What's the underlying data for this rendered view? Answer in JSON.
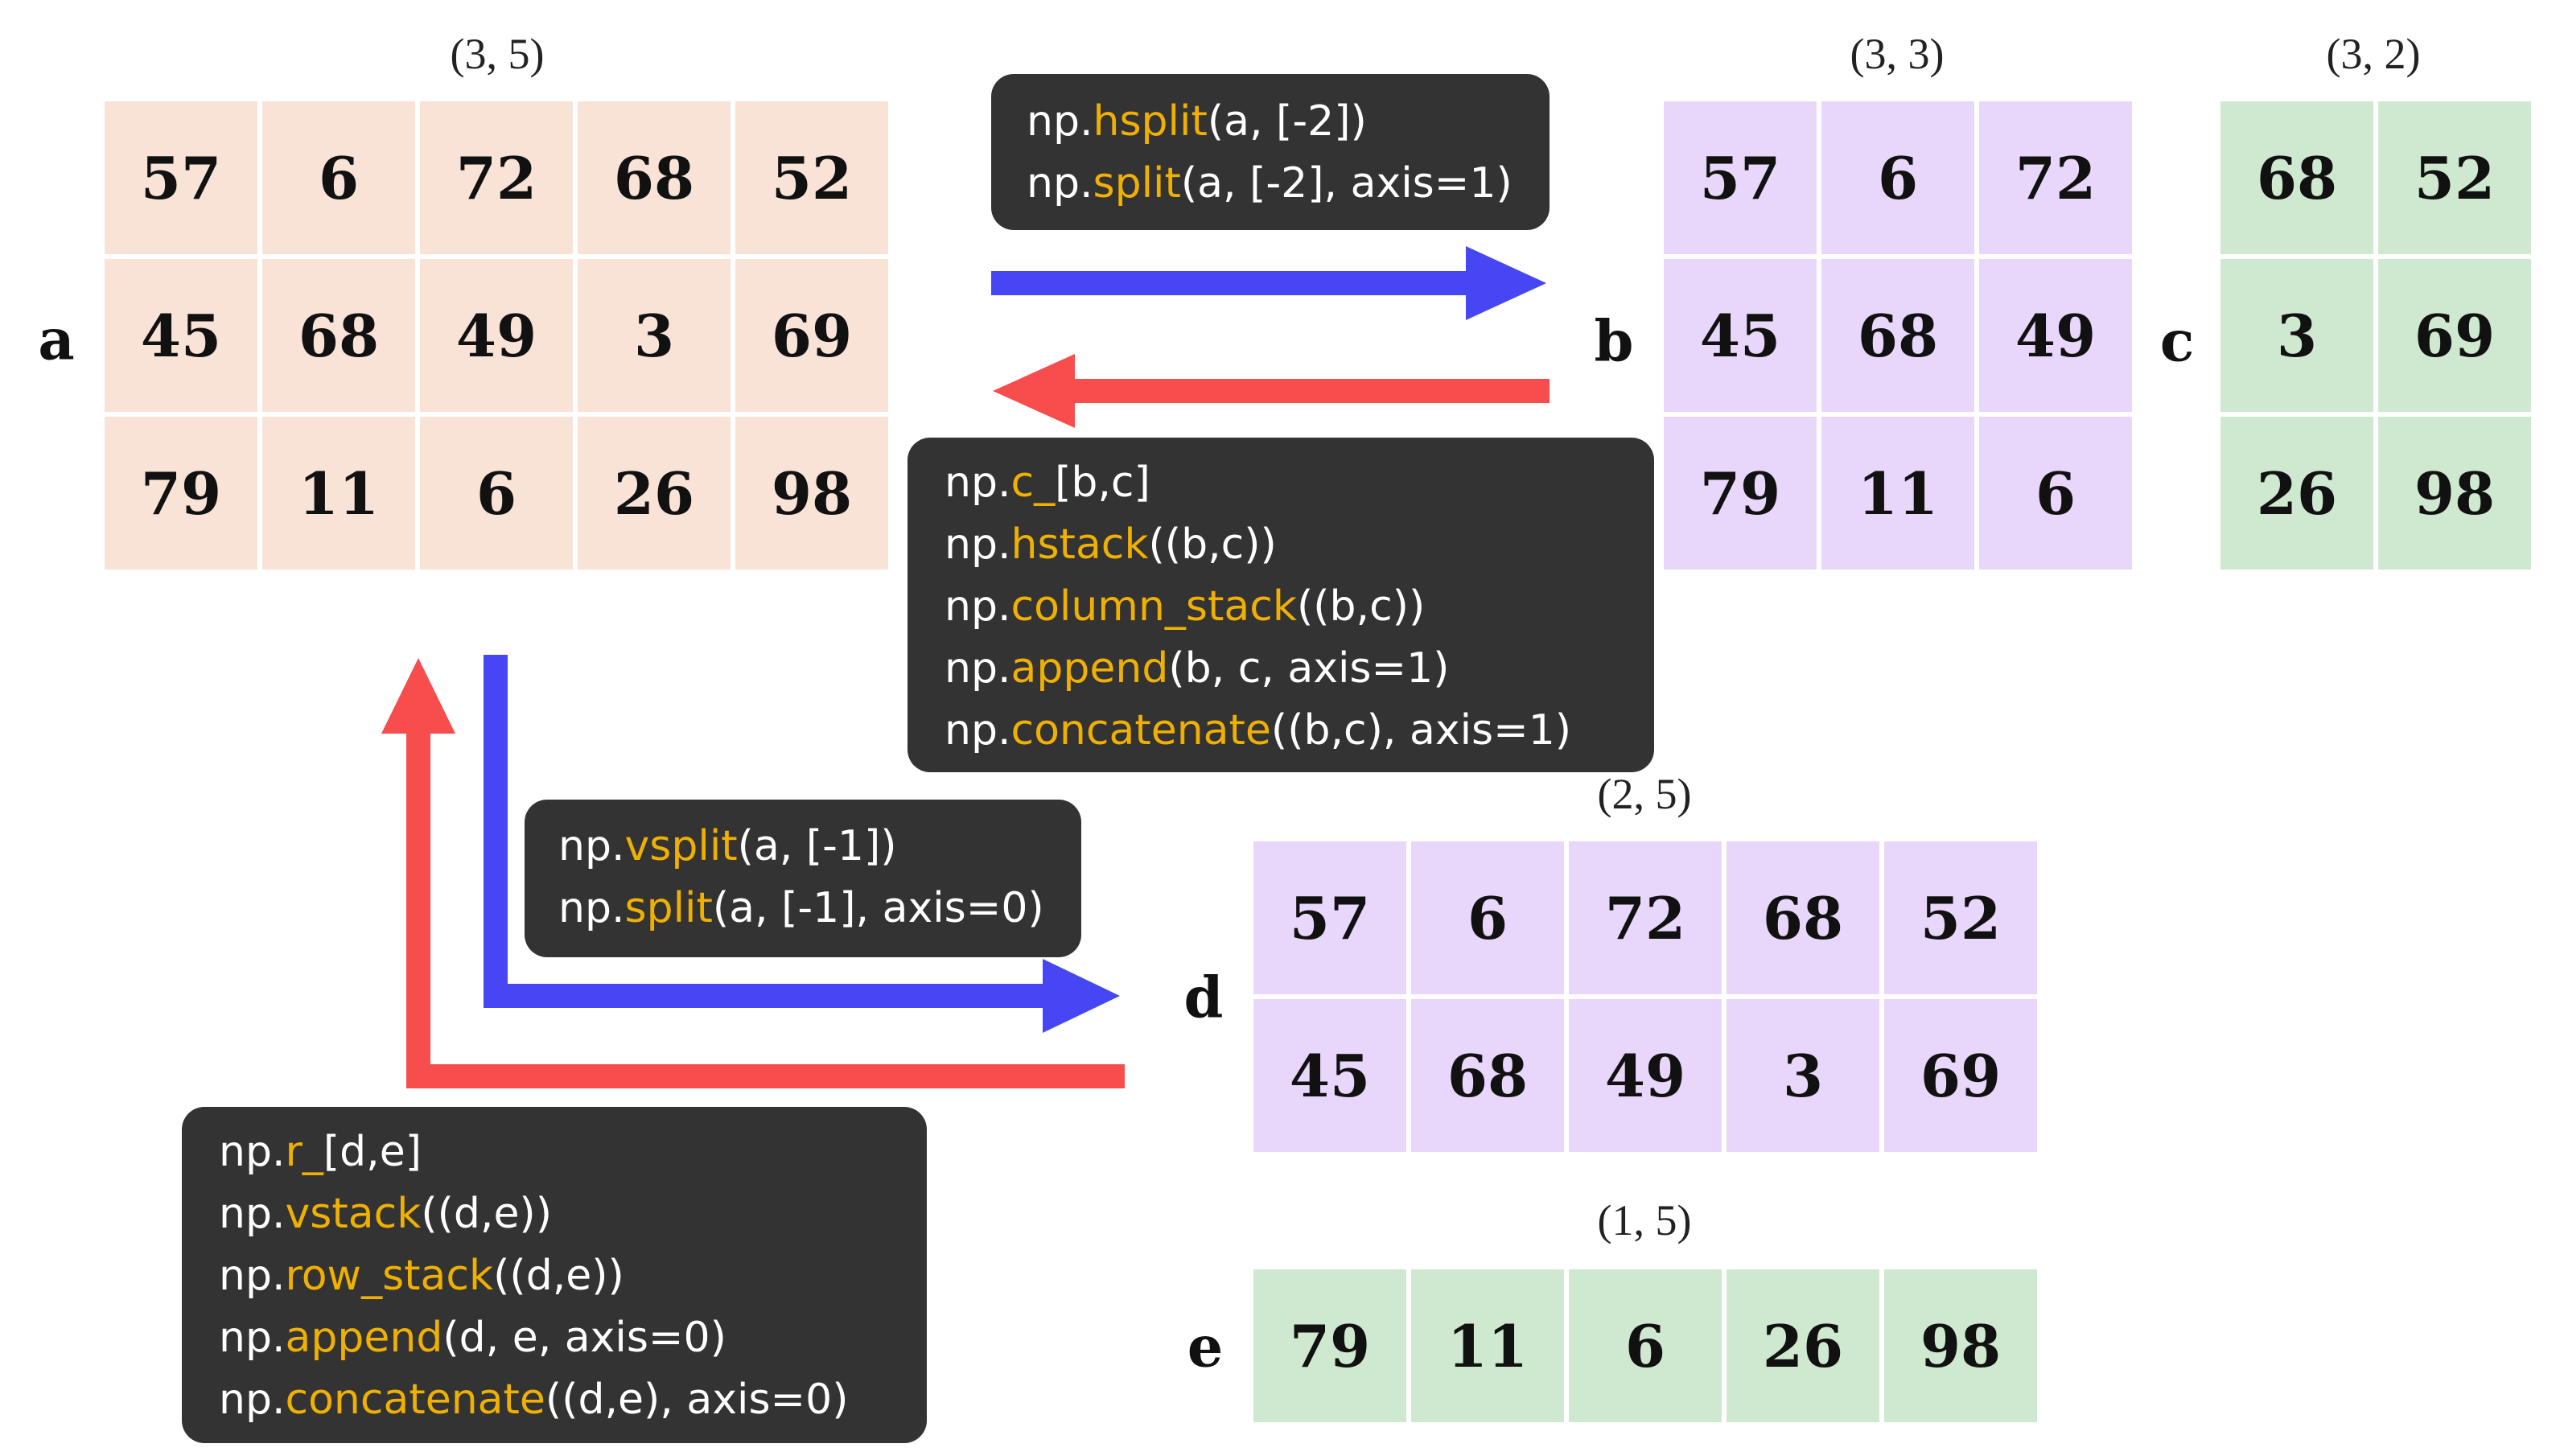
{
  "arrays": {
    "a": {
      "label": "a",
      "shape": "(3, 5)",
      "rows": [
        [
          "57",
          "6",
          "72",
          "68",
          "52"
        ],
        [
          "45",
          "68",
          "49",
          "3",
          "69"
        ],
        [
          "79",
          "11",
          "6",
          "26",
          "98"
        ]
      ],
      "color": "#f9e3d7"
    },
    "b": {
      "label": "b",
      "shape": "(3, 3)",
      "rows": [
        [
          "57",
          "6",
          "72"
        ],
        [
          "45",
          "68",
          "49"
        ],
        [
          "79",
          "11",
          "6"
        ]
      ],
      "color": "#e8d7fb"
    },
    "c": {
      "label": "c",
      "shape": "(3, 2)",
      "rows": [
        [
          "68",
          "52"
        ],
        [
          "3",
          "69"
        ],
        [
          "26",
          "98"
        ]
      ],
      "color": "#cfe9d0"
    },
    "d": {
      "label": "d",
      "shape": "(2, 5)",
      "rows": [
        [
          "57",
          "6",
          "72",
          "68",
          "52"
        ],
        [
          "45",
          "68",
          "49",
          "3",
          "69"
        ]
      ],
      "color": "#e8d7fb"
    },
    "e": {
      "label": "e",
      "shape": "(1, 5)",
      "rows": [
        [
          "79",
          "11",
          "6",
          "26",
          "98"
        ]
      ],
      "color": "#cfe9d0"
    }
  },
  "code_boxes": {
    "hsplit": [
      {
        "prefix": "np.",
        "fn": "hsplit",
        "args": "(a, [-2])"
      },
      {
        "prefix": "np.",
        "fn": "split",
        "args": "(a, [-2], axis=1)"
      }
    ],
    "hstack": [
      {
        "prefix": "np.",
        "fn": "c_",
        "args": "[b,c]"
      },
      {
        "prefix": "np.",
        "fn": "hstack",
        "args": "((b,c))"
      },
      {
        "prefix": "np.",
        "fn": "column_stack",
        "args": "((b,c))"
      },
      {
        "prefix": "np.",
        "fn": "append",
        "args": "(b, c, axis=1)"
      },
      {
        "prefix": "np.",
        "fn": "concatenate",
        "args": "((b,c), axis=1)"
      }
    ],
    "vsplit": [
      {
        "prefix": "np.",
        "fn": "vsplit",
        "args": "(a, [-1])"
      },
      {
        "prefix": "np.",
        "fn": "split",
        "args": "(a, [-1], axis=0)"
      }
    ],
    "vstack": [
      {
        "prefix": "np.",
        "fn": "r_",
        "args": "[d,e]"
      },
      {
        "prefix": "np.",
        "fn": "vstack",
        "args": "((d,e))"
      },
      {
        "prefix": "np.",
        "fn": "row_stack",
        "args": "((d,e))"
      },
      {
        "prefix": "np.",
        "fn": "append",
        "args": "(d, e, axis=0)"
      },
      {
        "prefix": "np.",
        "fn": "concatenate",
        "args": "((d,e), axis=0)"
      }
    ]
  },
  "colors": {
    "split_arrow": "#4646f5",
    "join_arrow": "#f74d4d",
    "code_background": "#333333",
    "function_name": "#f0b000"
  }
}
